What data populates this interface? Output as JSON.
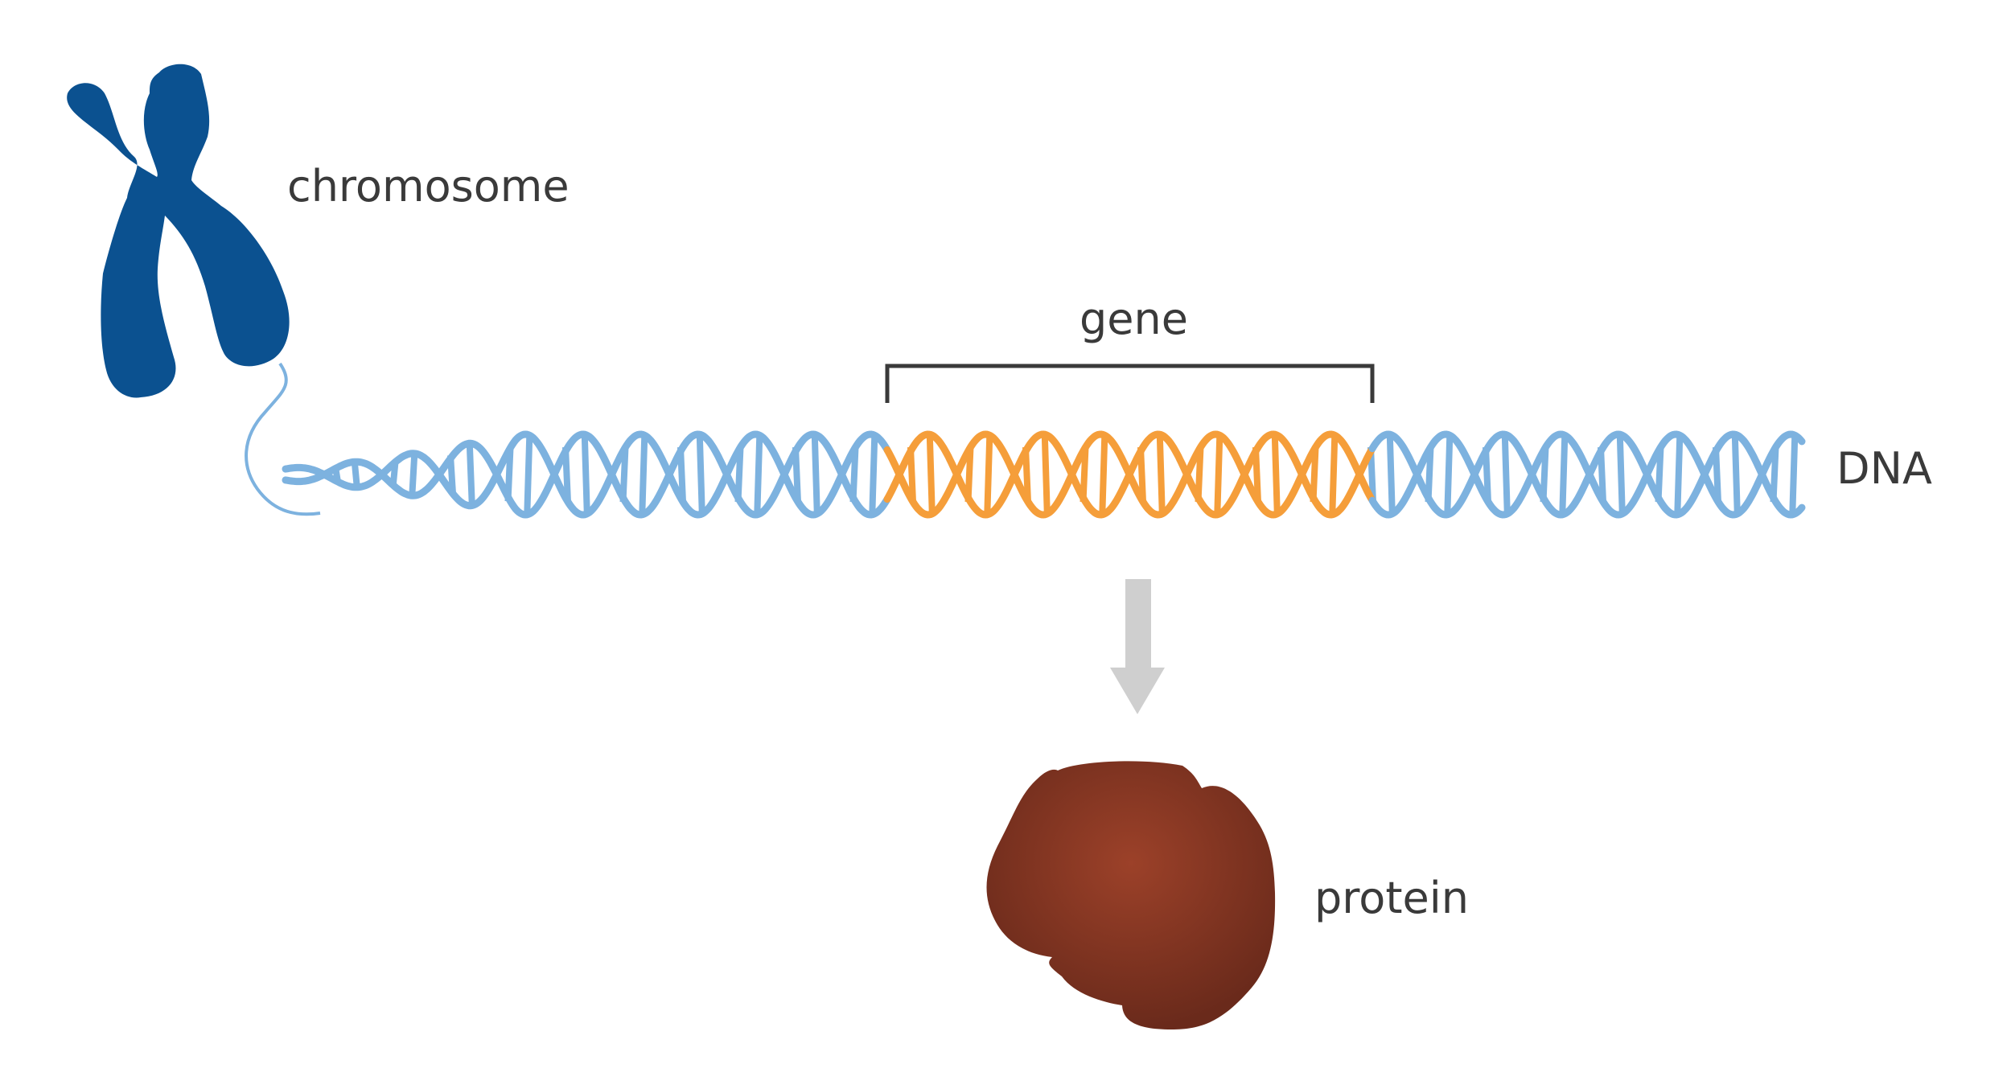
{
  "labels": {
    "chromosome": "chromosome",
    "gene": "gene",
    "dna": "DNA",
    "protein": "protein"
  },
  "colors": {
    "chromosome": "#0b5190",
    "dna_strand": "#7db2df",
    "gene_strand": "#f59e3a",
    "bracket": "#3a3a3a",
    "arrow": "#cfcfcf",
    "protein": "#8b3a28",
    "text": "#3a3a3a"
  },
  "icons": {
    "chromosome": "chromosome-icon",
    "protein": "protein-blob-icon",
    "arrow": "down-arrow-icon"
  }
}
